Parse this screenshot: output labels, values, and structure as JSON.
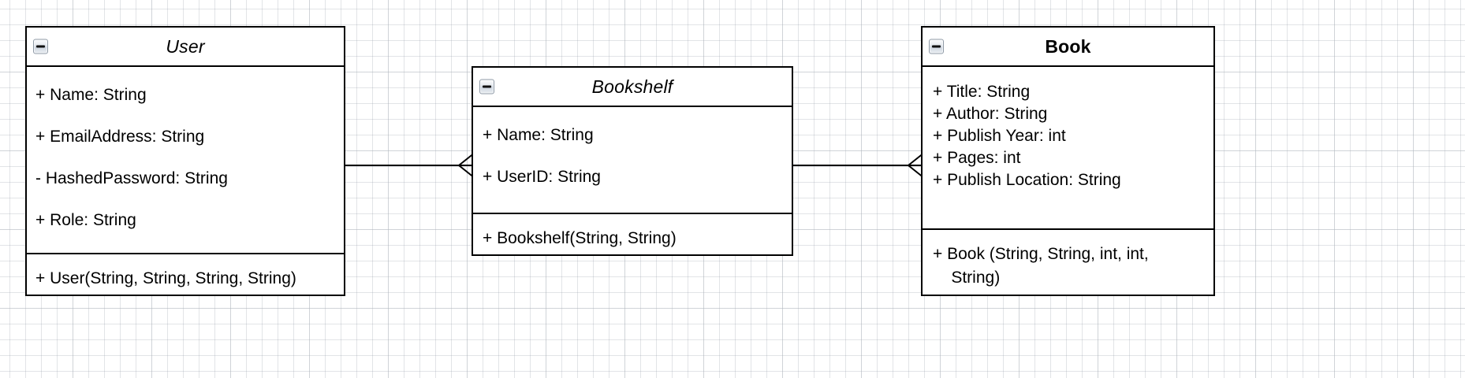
{
  "diagram": {
    "type": "uml-class-diagram",
    "background": "#ffffff",
    "grid_color": "#b4bac2",
    "line_color": "#000000"
  },
  "classes": [
    {
      "id": "user",
      "name": "User",
      "title_style": "italic",
      "collapse_icon": "minus-icon",
      "attributes": [
        "+ Name: String",
        "+ EmailAddress: String",
        "- HashedPassword: String",
        "+ Role: String"
      ],
      "methods": [
        "+ User(String, String, String, String)"
      ]
    },
    {
      "id": "bookshelf",
      "name": "Bookshelf",
      "title_style": "italic",
      "collapse_icon": "minus-icon",
      "attributes": [
        "+ Name: String",
        "+ UserID: String"
      ],
      "methods": [
        "+ Bookshelf(String, String)"
      ]
    },
    {
      "id": "book",
      "name": "Book",
      "title_style": "bold",
      "collapse_icon": "minus-icon",
      "attributes": [
        "+ Title: String",
        "+ Author: String",
        "+ Publish Year: int",
        "+ Pages: int",
        "+ Publish Location: String"
      ],
      "methods": [
        "+ Book (String, String, int, int,",
        "    String)"
      ]
    }
  ],
  "connectors": [
    {
      "id": "user-to-bookshelf",
      "from": "User",
      "to": "Bookshelf",
      "arrow": "open-crowsfoot"
    },
    {
      "id": "bookshelf-to-book",
      "from": "Bookshelf",
      "to": "Book",
      "arrow": "open-crowsfoot"
    }
  ]
}
